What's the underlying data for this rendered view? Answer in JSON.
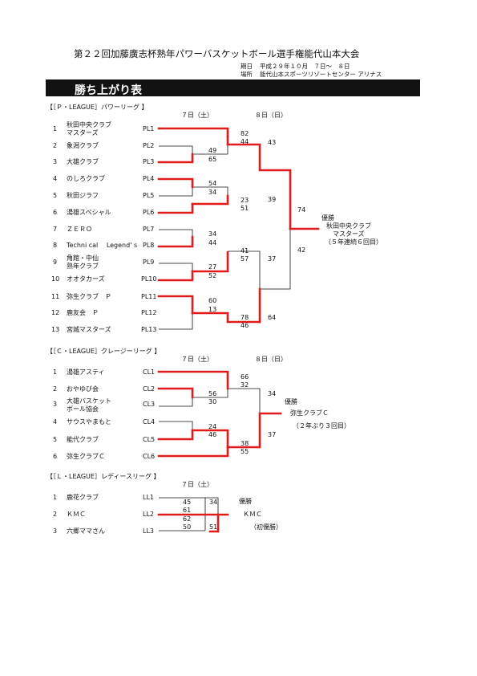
{
  "header": {
    "title": "第２２回加藤廣志杯熟年パワーバスケットボール選手権能代山本大会",
    "date_label": "期日",
    "date_value": "平成２９年１０月　７日～　８日",
    "venue_label": "場所",
    "venue_value": "能代山本スポーツリゾートセンター アリナス"
  },
  "banner": {
    "label": "勝ち上がり表"
  },
  "colors": {
    "winner_line": "#e11b1b",
    "banner_bg": "#121212"
  },
  "p_league": {
    "heading": "【［Ｐ・LEAGUE］パワーリーグ 】",
    "day1": "７日（土）",
    "day2": "８日（日）",
    "teams": [
      {
        "no": "1",
        "name": "秋田中央クラブ",
        "name2": "マスターズ",
        "code": "PL1"
      },
      {
        "no": "2",
        "name": "象潟クラブ",
        "code": "PL2"
      },
      {
        "no": "3",
        "name": "大雄クラブ",
        "code": "PL3"
      },
      {
        "no": "4",
        "name": "のしろクラブ",
        "code": "PL4"
      },
      {
        "no": "5",
        "name": "秋田ジラフ",
        "code": "PL5"
      },
      {
        "no": "6",
        "name": "湯雄スペシャル",
        "code": "PL6"
      },
      {
        "no": "7",
        "name": "ＺＥＲＯ",
        "code": "PL7"
      },
      {
        "no": "8",
        "name": "Techni cal　 Legend' s",
        "code": "PL8"
      },
      {
        "no": "9",
        "name": "角館・中仙",
        "name2": "熟年クラブ",
        "code": "PL9"
      },
      {
        "no": "10",
        "name": "オオタカーズ",
        "code": "PL10"
      },
      {
        "no": "11",
        "name": "弥生クラブ　Ｐ",
        "code": "PL11"
      },
      {
        "no": "12",
        "name": "鹿友会　Ｐ",
        "code": "PL12"
      },
      {
        "no": "13",
        "name": "宮城マスターズ",
        "code": "PL13"
      }
    ],
    "scores": {
      "r1a": [
        "49",
        "65"
      ],
      "r1b": [
        "54",
        "34"
      ],
      "r1c": [
        "34",
        "44"
      ],
      "r1d": [
        "27",
        "52"
      ],
      "r1e": [
        "60",
        "13"
      ],
      "r2a": [
        "82",
        "44"
      ],
      "r2b": [
        "23",
        "51"
      ],
      "r2c": [
        "41",
        "57"
      ],
      "r2d": [
        "78",
        "46"
      ],
      "sf1": [
        "43",
        "39"
      ],
      "sf2": [
        "37",
        "64"
      ],
      "f": [
        "74",
        "42"
      ]
    },
    "champion_label": "優勝",
    "champion_name": "秋田中央クラブ",
    "champion_name2": "マスターズ",
    "champion_note": "（５年連続６回目）"
  },
  "c_league": {
    "heading": "【［Ｃ・LEAGUE］クレージーリーグ 】",
    "day1": "７日（土）",
    "day2": "８日（日）",
    "teams": [
      {
        "no": "1",
        "name": "湯雄アスティ",
        "code": "CL1"
      },
      {
        "no": "2",
        "name": "おやゆび会",
        "code": "CL2"
      },
      {
        "no": "3",
        "name": "大雄バスケット",
        "name2": "ボール協会",
        "code": "CL3"
      },
      {
        "no": "4",
        "name": "サウスやまもと",
        "code": "CL4"
      },
      {
        "no": "5",
        "name": "能代クラブ",
        "code": "CL5"
      },
      {
        "no": "6",
        "name": "弥生クラブＣ",
        "code": "CL6"
      }
    ],
    "scores": {
      "r1a": [
        "56",
        "30"
      ],
      "r1b": [
        "24",
        "46"
      ],
      "r2a": [
        "66",
        "32"
      ],
      "r2b": [
        "38",
        "55"
      ],
      "f": [
        "34",
        "37"
      ]
    },
    "champion_label": "優勝",
    "champion_name": "弥生クラブＣ",
    "champion_note": "（２年ぶり３回目）"
  },
  "l_league": {
    "heading": "【［Ｌ・LEAGUE］レディースリーグ 】",
    "day1": "７日（土）",
    "teams": [
      {
        "no": "1",
        "name": "鹿花クラブ",
        "code": "LL1"
      },
      {
        "no": "2",
        "name": "ＫＭＣ",
        "code": "LL2"
      },
      {
        "no": "3",
        "name": "六郷ママさん",
        "code": "LL3"
      }
    ],
    "scores": {
      "m13": [
        "45",
        "34"
      ],
      "m12": [
        "61",
        "62"
      ],
      "m23": [
        "50",
        "51"
      ]
    },
    "champion_label": "優勝",
    "champion_name": "ＫＭＣ",
    "champion_note": "（初優勝）"
  }
}
